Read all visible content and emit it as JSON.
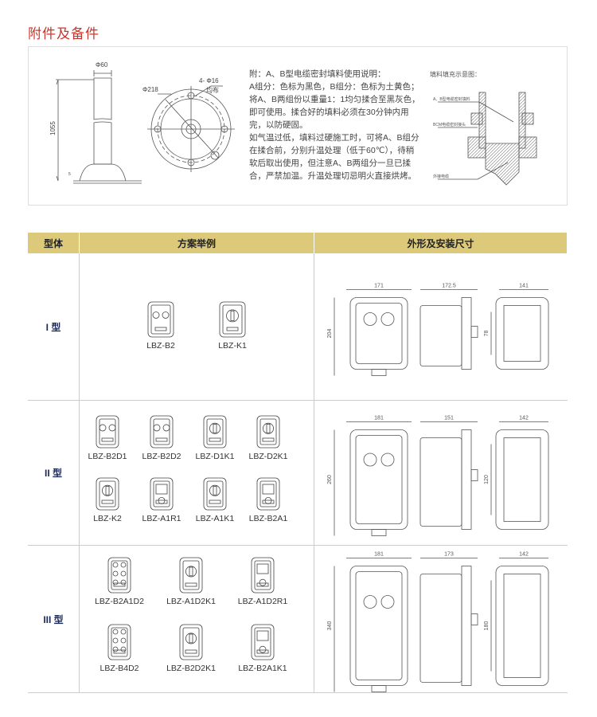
{
  "page_title": "附件及备件",
  "accessory": {
    "dims": {
      "pipe_dia": "Φ60",
      "height": "1055",
      "base_dia": "Φ218",
      "holes": "4- Φ16",
      "holes_note": "均布",
      "small": "5"
    },
    "notes": [
      "附：A、B型电缆密封填料使用说明：",
      "A组分：色标为黑色，B组分：色标为土黄色；将A、B两组份以重量1：1均匀揉合至黑灰色，即可使用。揉合好的填料必须在30分钟内用完，以防硬固。",
      "如气温过低，填料过硬施工时，可将A、B组分在揉合前，分别升温处理（低于60℃），待稍软后取出使用，但注意A、B两组分一旦已揉合，严禁加温。升温处理切忌明火直接烘烤。"
    ],
    "fill_diagram": {
      "title": "填料填充示意图：",
      "labels": [
        "A、B型电缆密封填料",
        "BCM电缆密封接头",
        "外接电缆"
      ]
    }
  },
  "table": {
    "headers": [
      "型体",
      "方案举例",
      "外形及安装尺寸"
    ],
    "rows": [
      {
        "type": "I 型",
        "devices": [
          {
            "label": "LBZ-B2",
            "kind": "b2"
          },
          {
            "label": "LBZ-K1",
            "kind": "k"
          }
        ],
        "dims": {
          "front_w": "171",
          "side_w": "172.5",
          "back_w": "141",
          "height": "204",
          "mount": "78"
        }
      },
      {
        "type": "II 型",
        "devices": [
          {
            "label": "LBZ-B2D1",
            "kind": "b2"
          },
          {
            "label": "LBZ-B2D2",
            "kind": "b2"
          },
          {
            "label": "LBZ-D1K1",
            "kind": "k"
          },
          {
            "label": "LBZ-D2K1",
            "kind": "k"
          },
          {
            "label": "LBZ-K2",
            "kind": "k"
          },
          {
            "label": "LBZ-A1R1",
            "kind": "a"
          },
          {
            "label": "LBZ-A1K1",
            "kind": "k"
          },
          {
            "label": "LBZ-B2A1",
            "kind": "a"
          }
        ],
        "dims": {
          "front_w": "181",
          "side_w": "151",
          "back_w": "142",
          "height": "260",
          "mount": "120"
        }
      },
      {
        "type": "III 型",
        "devices": [
          {
            "label": "LBZ-B2A1D2",
            "kind": "b4"
          },
          {
            "label": "LBZ-A1D2K1",
            "kind": "k"
          },
          {
            "label": "LBZ-A1D2R1",
            "kind": "a"
          },
          {
            "label": "LBZ-B4D2",
            "kind": "b4"
          },
          {
            "label": "LBZ-B2D2K1",
            "kind": "k"
          },
          {
            "label": "LBZ-B2A1K1",
            "kind": "a"
          }
        ],
        "dims": {
          "front_w": "181",
          "side_w": "173",
          "back_w": "142",
          "height": "340",
          "mount": "180"
        }
      }
    ]
  },
  "colors": {
    "title": "#c8372d",
    "header_bg": "#dcc97a",
    "row_label": "#1c2a5a"
  }
}
